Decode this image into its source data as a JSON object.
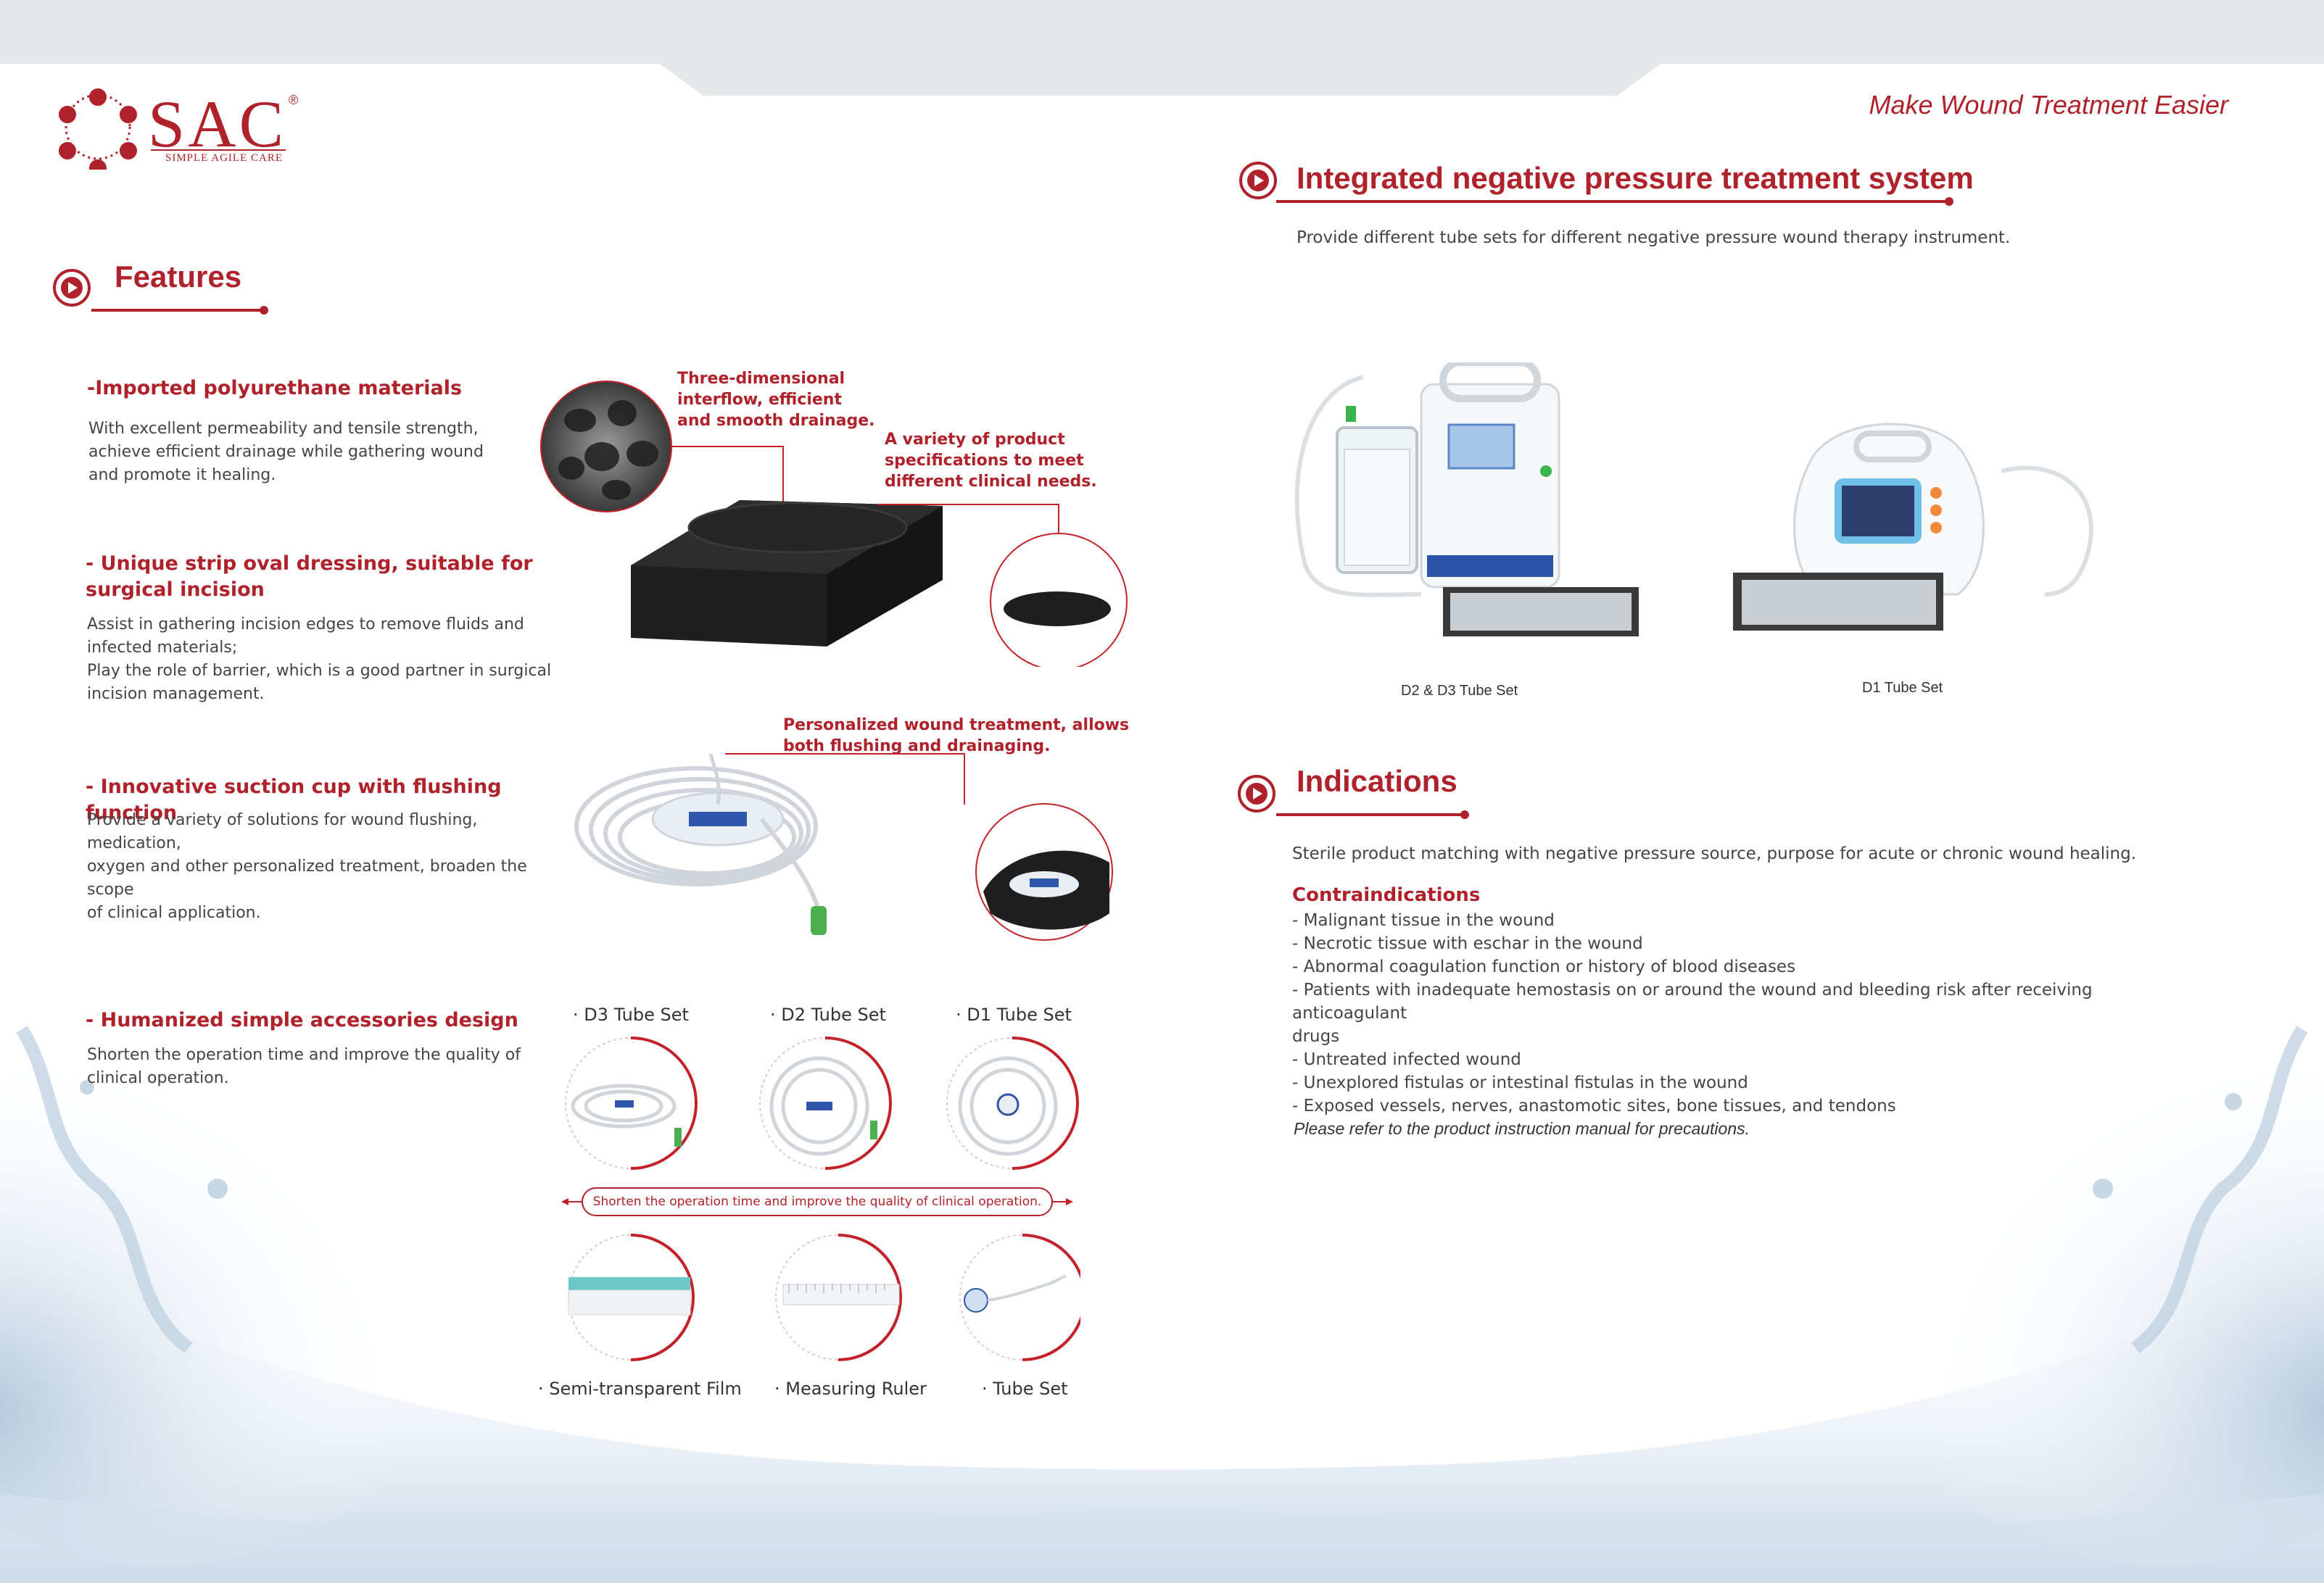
{
  "brand": {
    "name": "SAC",
    "registered": "®",
    "subtitle": "SIMPLE AGILE CARE",
    "tagline": "Make Wound Treatment Easier",
    "color": "#b0222b"
  },
  "features": {
    "heading": "Features",
    "items": [
      {
        "title": "-Imported polyurethane materials",
        "body": "With excellent permeability and tensile strength,\nachieve efficient drainage while gathering wound\nand promote it healing."
      },
      {
        "title": "- Unique strip oval dressing, suitable for\nsurgical incision",
        "body": "Assist in gathering incision edges to remove fluids and\ninfected materials;\nPlay the role of barrier, which is a good partner in surgical\nincision management."
      },
      {
        "title": "- Innovative suction cup with flushing function",
        "body": "Provide a variety of solutions for wound flushing, medication,\noxygen and other personalized treatment, broaden the scope\nof clinical application."
      },
      {
        "title": "- Humanized simple accessories design",
        "body": "Shorten the operation time and improve the quality of\nclinical operation."
      }
    ],
    "callouts": {
      "foam_structure": "Three-dimensional\ninterflow, efficient\nand smooth drainage.",
      "specifications": "A variety of product\nspecifications to meet\ndifferent clinical needs.",
      "suction_cup": "Personalized wound treatment, allows\nboth flushing and drainaging."
    },
    "tube_sets": [
      "· D3 Tube Set",
      "· D2 Tube Set",
      "· D1 Tube Set"
    ],
    "accessories_banner": "Shorten the operation time and improve the quality of clinical operation.",
    "accessories": [
      "· Semi-transparent Film",
      "· Measuring Ruler",
      "· Tube Set"
    ]
  },
  "system": {
    "heading": "Integrated negative pressure treatment system",
    "description": "Provide different tube sets for different negative pressure wound therapy instrument.",
    "devices": [
      {
        "caption": "D2 & D3 Tube Set",
        "icon": "vacuum-device-canister"
      },
      {
        "caption": "D1 Tube Set",
        "icon": "portable-vacuum-device"
      }
    ]
  },
  "indications": {
    "heading": "Indications",
    "description": "Sterile product matching with negative pressure source, purpose for acute or chronic wound healing.",
    "contra_title": "Contraindications",
    "contra_items": [
      "- Malignant tissue in the wound",
      "- Necrotic tissue with eschar in the wound",
      "- Abnormal coagulation function or history of blood diseases",
      "- Patients with inadequate hemostasis on or around the wound and bleeding risk after receiving anticoagulant",
      "drugs",
      "- Untreated infected wound",
      "- Unexplored fistulas or intestinal fistulas in the wound",
      "- Exposed vessels, nerves, anastomotic sites, bone tissues, and tendons"
    ],
    "note": "Please refer to the product instruction manual for precautions."
  }
}
